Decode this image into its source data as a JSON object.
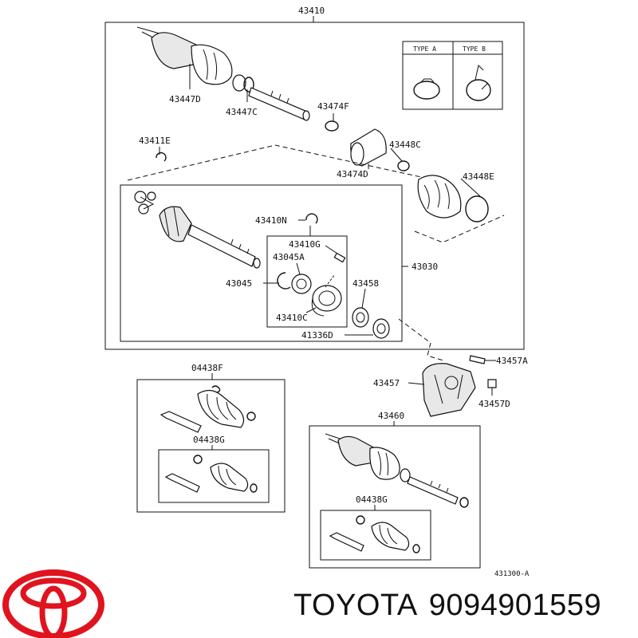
{
  "labels": {
    "main_assembly": "43410",
    "l43447d": "43447D",
    "l43447c": "43447C",
    "l43474f": "43474F",
    "l43411e": "43411E",
    "l43448c": "43448C",
    "l43474d": "43474D",
    "l43448e": "43448E",
    "l43410n": "43410N",
    "l43410g": "43410G",
    "l43045a": "43045A",
    "l43045": "43045",
    "l43030": "43030",
    "l43458": "43458",
    "l43410c": "43410C",
    "l41336d": "41336D",
    "l04438f": "04438F",
    "l04438g_a": "04438G",
    "l43460": "43460",
    "l04438g_b": "04438G",
    "l43457a": "43457A",
    "l43457": "43457",
    "l43457d": "43457D",
    "ref_code": "431300-A"
  },
  "type_table": {
    "type_a": "TYPE A",
    "type_b": "TYPE B"
  },
  "brand": {
    "name": "TOYOTA",
    "part_number": "9094901559",
    "logo_color": "#e0141e"
  }
}
